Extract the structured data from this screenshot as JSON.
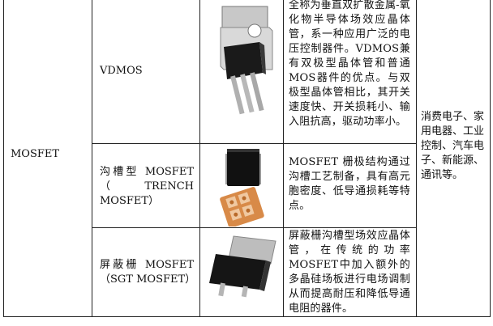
{
  "category": "MOSFET",
  "rows": [
    {
      "name": "VDMOS",
      "desc": "全称为垂直双扩散金属-氧化物半导体场效应晶体管，系一种应用广泛的电压控制器件。VDMOS兼有双极型晶体管和普通MOS器件的优点。与双极型晶体管相比，其开关速度快、开关损耗小、输入阻抗高，驱动功率小。"
    },
    {
      "name": "沟槽型 MOSFET（TRENCH MOSFET）",
      "desc": "MOSFET 栅极结构通过沟槽工艺制备，具有高元胞密度、低导通损耗等特点。"
    },
    {
      "name": "屏蔽栅 MOSFET（SGT MOSFET）",
      "desc": "屏蔽栅沟槽型场效应晶体管，在传统的功率MOSFET中加入额外的多晶硅场板进行电场调制从而提高耐压和降低导通电阻的器件。"
    }
  ],
  "applications": "消费电子、家用电器、工业控制、汽车电子、新能源、通讯等。"
}
